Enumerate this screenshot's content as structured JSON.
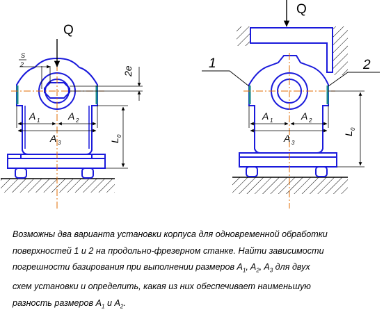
{
  "labels": {
    "force": "Q",
    "half_clearance_num": "S",
    "half_clearance_den": "2",
    "double_e": "2e",
    "size_a": "A",
    "size_a_sub1": "1",
    "size_a_sub2": "2",
    "size_a_sub3": "3",
    "size_l": "L",
    "size_l_sub": "0",
    "surface_1": "1",
    "surface_2": "2"
  },
  "task": {
    "line1": "Возможны два варианта установки корпуса для одновременной обработки",
    "line2": "поверхностей 1 и 2 на продольно-фрезерном станке. Найти зависимости",
    "line3_a": "погрешности базирования при выполнении размеров A",
    "line3_s1": "1",
    "line3_b": ", A",
    "line3_s2": "2",
    "line3_c": ", A",
    "line3_s3": "3",
    "line3_d": " для двух",
    "line4": "схем установки и определить, какая из них обеспечивает наименьшую",
    "line5_a": "разность размеров A",
    "line5_s1": "1",
    "line5_b": " и A",
    "line5_s2": "2",
    "line5_c": "."
  },
  "colors": {
    "part_outline": "#1a1adb",
    "centerline": "#e06b00",
    "machined_surface": "#1a8a8a",
    "dimension": "#000000"
  }
}
